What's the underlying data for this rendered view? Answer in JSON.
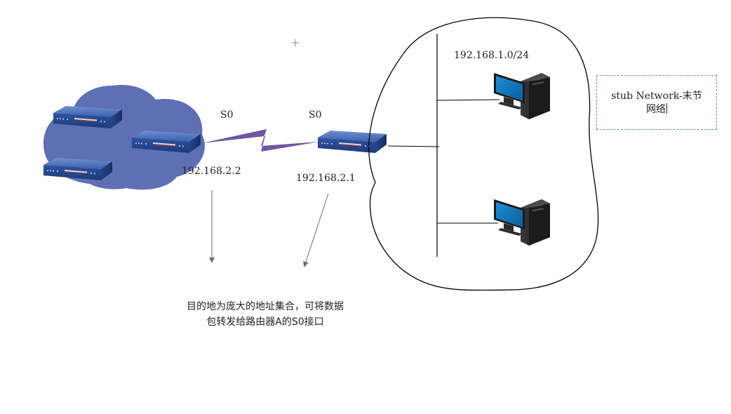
{
  "labels": {
    "s0_left": "S0",
    "s0_right": "S0",
    "ip_router_b": "192.168.2.2",
    "ip_router_a": "192.168.2.1",
    "subnet": "192.168.1.0/24",
    "stub_line1": "stub Network-末节",
    "stub_line2": "网络",
    "note_line1": "目的地为庞大的地址集合，可将数据",
    "note_line2": "包转发给路由器A的S0接口"
  },
  "icons": {
    "cloud": "cloud-icon",
    "router": "router-icon",
    "computer": "computer-icon",
    "serial_link": "lightning-link-icon",
    "crosshair": "crosshair-icon"
  },
  "colors": {
    "cloud_fill": "#5f6fb4",
    "router_blue": "#2b4f95",
    "serial_link": "#6e56a0",
    "arrow": "#6d6d6d",
    "dashed_box": "#5a8fd0"
  }
}
